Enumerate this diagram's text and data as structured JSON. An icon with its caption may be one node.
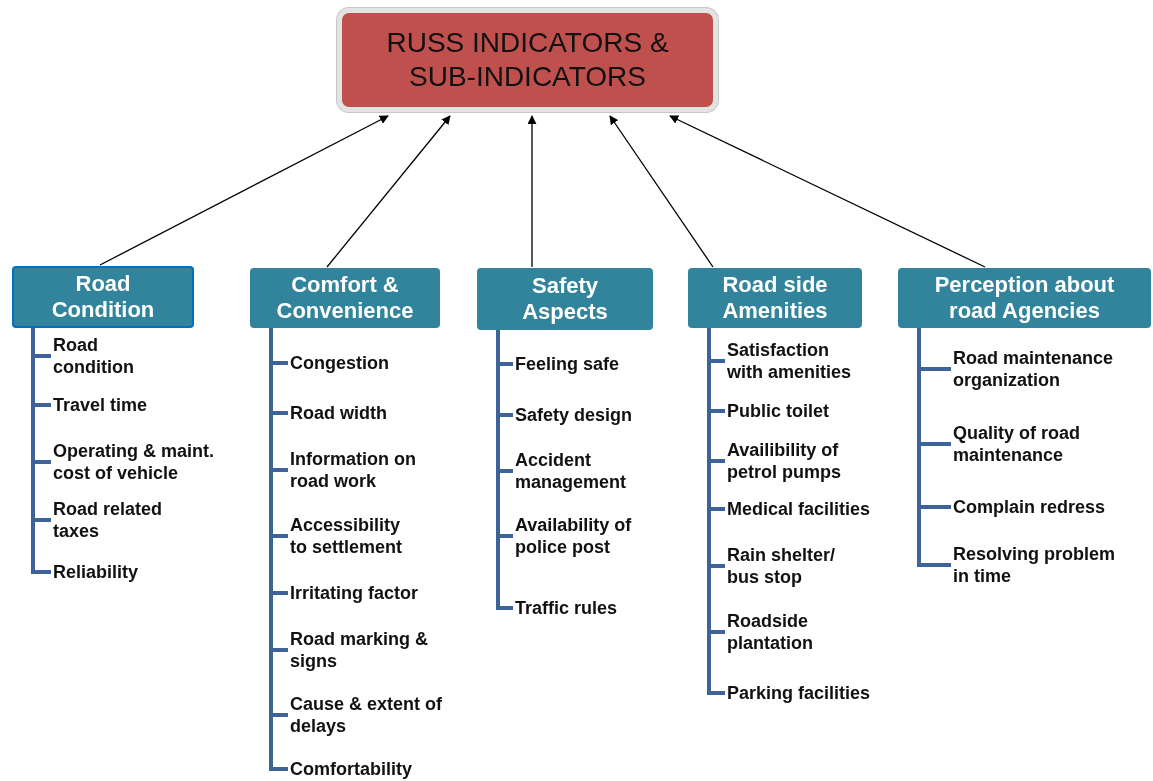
{
  "diagram": {
    "nodes": [
      {
        "text": [
          "RUSS INDICATORS & SUB-INDICATORS"
        ]
      },
      {
        "text": [
          "Road Condition"
        ]
      },
      {
        "text": [
          "Comfort & Convenience"
        ]
      },
      {
        "text": [
          "Safety Aspects"
        ]
      },
      {
        "text": [
          "Road side Amenities"
        ]
      },
      {
        "text": [
          "Perception about road Agencies"
        ]
      },
      {
        "text": [
          "Road condition"
        ]
      },
      {
        "text": [
          "Travel time"
        ]
      },
      {
        "text": [
          "Operating & maint. cost of vehicle"
        ]
      },
      {
        "text": [
          "Road related taxes"
        ]
      },
      {
        "text": [
          "Reliability"
        ]
      },
      {
        "text": [
          "Congestion"
        ]
      },
      {
        "text": [
          "Road width"
        ]
      },
      {
        "text": [
          "Information on road work"
        ]
      },
      {
        "text": [
          "Accessibility to settlement"
        ]
      },
      {
        "text": [
          "Irritating factor"
        ]
      },
      {
        "text": [
          "Road marking & signs"
        ]
      },
      {
        "text": [
          "Cause & extent of delays"
        ]
      },
      {
        "text": [
          "Comfortability"
        ]
      },
      {
        "text": [
          "Feeling safe"
        ]
      },
      {
        "text": [
          "Safety design"
        ]
      },
      {
        "text": [
          "Accident management"
        ]
      },
      {
        "text": [
          "Availability of police post"
        ]
      },
      {
        "text": [
          "Traffic rules"
        ]
      },
      {
        "text": [
          "Satisfaction with amenities"
        ]
      },
      {
        "text": [
          "Public toilet"
        ]
      },
      {
        "text": [
          "Availibility of petrol pumps"
        ]
      },
      {
        "text": [
          "Medical facilities"
        ]
      },
      {
        "text": [
          "Rain shelter/ bus stop"
        ]
      },
      {
        "text": [
          "Roadside plantation"
        ]
      },
      {
        "text": [
          "Parking facilities"
        ]
      },
      {
        "text": [
          "Road maintenance organization"
        ]
      },
      {
        "text": [
          "Quality of road maintenance"
        ]
      },
      {
        "text": [
          "Complain redress"
        ]
      },
      {
        "text": [
          "Resolving problem in time"
        ]
      }
    ],
    "edges": [
      {
        "from": 1,
        "to": 0,
        "arrow": "to",
        "color": "#000000"
      },
      {
        "from": 2,
        "to": 0,
        "arrow": "to",
        "color": "#000000"
      },
      {
        "from": 3,
        "to": 0,
        "arrow": "to",
        "color": "#000000"
      },
      {
        "from": 4,
        "to": 0,
        "arrow": "to",
        "color": "#000000"
      },
      {
        "from": 5,
        "to": 0,
        "arrow": "to",
        "color": "#000000"
      },
      {
        "from": 1,
        "to": 6,
        "arrow": "none"
      },
      {
        "from": 1,
        "to": 7,
        "arrow": "none"
      },
      {
        "from": 1,
        "to": 8,
        "arrow": "none"
      },
      {
        "from": 1,
        "to": 9,
        "arrow": "none"
      },
      {
        "from": 1,
        "to": 10,
        "arrow": "none"
      },
      {
        "from": 2,
        "to": 11,
        "arrow": "none"
      },
      {
        "from": 2,
        "to": 12,
        "arrow": "none"
      },
      {
        "from": 2,
        "to": 13,
        "arrow": "none"
      },
      {
        "from": 2,
        "to": 14,
        "arrow": "none"
      },
      {
        "from": 2,
        "to": 15,
        "arrow": "none"
      },
      {
        "from": 2,
        "to": 16,
        "arrow": "none"
      },
      {
        "from": 2,
        "to": 17,
        "arrow": "none"
      },
      {
        "from": 2,
        "to": 18,
        "arrow": "none"
      },
      {
        "from": 3,
        "to": 19,
        "arrow": "none"
      },
      {
        "from": 3,
        "to": 20,
        "arrow": "none"
      },
      {
        "from": 3,
        "to": 21,
        "arrow": "none"
      },
      {
        "from": 3,
        "to": 22,
        "arrow": "none"
      },
      {
        "from": 3,
        "to": 23,
        "arrow": "none"
      },
      {
        "from": 4,
        "to": 24,
        "arrow": "none"
      },
      {
        "from": 4,
        "to": 25,
        "arrow": "none"
      },
      {
        "from": 4,
        "to": 26,
        "arrow": "none"
      },
      {
        "from": 4,
        "to": 27,
        "arrow": "none"
      },
      {
        "from": 4,
        "to": 28,
        "arrow": "none"
      },
      {
        "from": 4,
        "to": 29,
        "arrow": "none"
      },
      {
        "from": 4,
        "to": 30,
        "arrow": "none"
      },
      {
        "from": 5,
        "to": 31,
        "arrow": "none"
      },
      {
        "from": 5,
        "to": 32,
        "arrow": "none"
      },
      {
        "from": 5,
        "to": 33,
        "arrow": "none"
      },
      {
        "from": 5,
        "to": 34,
        "arrow": "none"
      }
    ]
  }
}
